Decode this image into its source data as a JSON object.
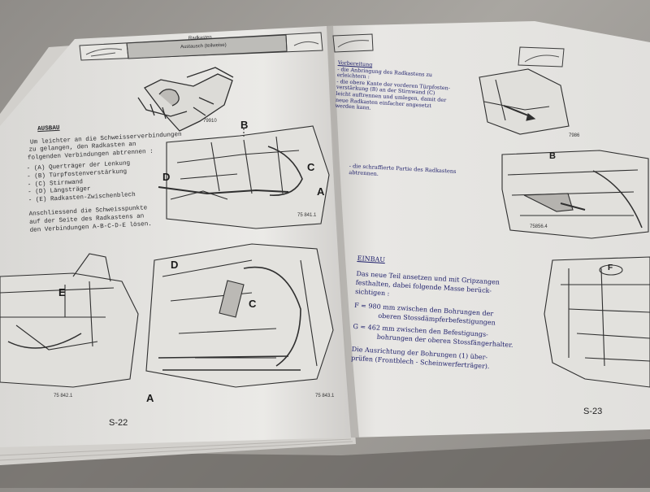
{
  "left_page": {
    "header": {
      "title": "Radkasten",
      "subtitle": "Austausch (teilweise)"
    },
    "section_heading": "AUSBAU",
    "intro_lines": [
      "Um leichter an die Schweisserverbindungen",
      "zu gelangen, den Radkasten an",
      "folgenden Verbindungen abtrennen :"
    ],
    "parts_list": [
      "- (A) Querträger der Lenkung",
      "- (B) Türpfostenverstärkung",
      "- (C) Stirnwand",
      "- (D) Längsträger",
      "- (E) Radkasten-Zwischenblech"
    ],
    "closing_lines": [
      "Anschliessend die Schweisspunkte",
      "auf der Seite des Radkastens an",
      "den Verbindungen A-B-C-D-E lösen."
    ],
    "figure_labels": {
      "fig1": "79910",
      "fig2": "75 841.1",
      "fig3": "75 842.1",
      "fig4": "75 843.1"
    },
    "callouts": {
      "a": "A",
      "b": "B",
      "c": "C",
      "d": "D",
      "e": "E",
      "a2": "A",
      "c2": "C",
      "d2": "D"
    },
    "page_number": "S-22"
  },
  "right_page": {
    "top_text_lines": [
      "Vorbereitung",
      "- die Anbringung des Radkastens zu",
      "  erleichtern :",
      "- die obere Kante der vorderen Türpfosten-",
      "  verstärkung (B) an der Stirnwand (C)",
      "  leicht auftrennen und umlegen, damit der",
      "  neue Radkasten einfacher angesetzt",
      "  werden kann."
    ],
    "cut_note_lines": [
      "- die schraffierte Partie des Radkastens",
      "  abtrennen."
    ],
    "section_heading": "EINBAU",
    "install_lines": [
      "Das neue Teil ansetzen und mit Gripzangen",
      "festhalten, dabei folgende Masse berück-",
      "sichtigen :"
    ],
    "measure_f": [
      "F = 980 mm zwischen den Bohrungen der",
      "oberen Stossdämpferbefestigungen"
    ],
    "measure_g": [
      "G = 462 mm zwischen den Befestigungs-",
      "bohrungen der oberen Stossfängerhalter."
    ],
    "check_lines": [
      "Die Ausrichtung der Bohrungen (1) über-",
      "prüfen (Frontblech - Scheinwerferträger)."
    ],
    "figure_labels": {
      "fig1": "7986",
      "fig2": "75856.4"
    },
    "callouts": {
      "b": "B",
      "f": "F"
    },
    "page_number": "S-23"
  },
  "colors": {
    "paper": "#ecebe8",
    "ink": "#2b2b2e",
    "handwriting": "#1d1e6a",
    "background": "#9c9994"
  }
}
